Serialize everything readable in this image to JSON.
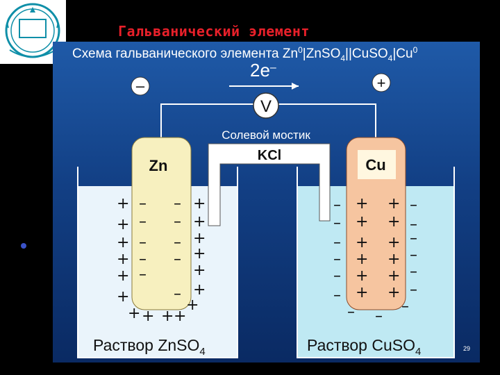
{
  "header": {
    "title": "Гальванический элемент"
  },
  "scheme": {
    "prefix": "Схема гальванического элемента ",
    "zn": "Zn",
    "zero": "0",
    "sep1": "|ZnSO",
    "four": "4",
    "sep2": "||CuSO",
    "sep3": "|Cu"
  },
  "electron_flow": {
    "label": "2e",
    "sign": "–"
  },
  "terminals": {
    "negative": "–",
    "positive": "+"
  },
  "voltmeter": {
    "label": "V"
  },
  "salt_bridge": {
    "caption": "Солевой мостик",
    "salt": "KCl"
  },
  "electrodes": {
    "left": "Zn",
    "right": "Cu"
  },
  "solutions": {
    "left_label": "Раствор ZnSO",
    "right_label": "Раствор CuSO",
    "subscript": "4"
  },
  "page_number": "29",
  "colors": {
    "title": "#e8202a",
    "panel_top": "#1f5aa8",
    "panel_bottom": "#0a2a63",
    "zn_electrode": "#f7f0bf",
    "cu_electrode": "#f6c5a0",
    "left_solution": "#eaf4fb",
    "right_solution": "#bfe9f3"
  }
}
